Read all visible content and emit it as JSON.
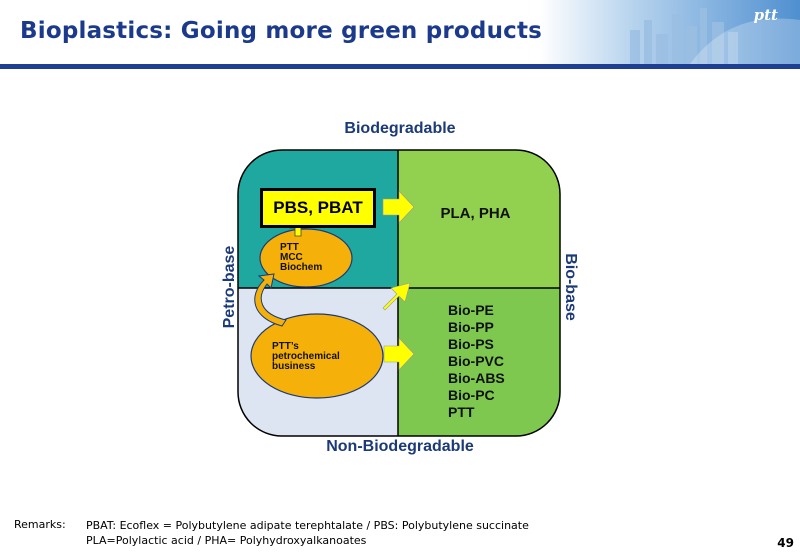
{
  "header": {
    "title": "Bioplastics: Going more green products",
    "logo_text": "ptt"
  },
  "axes": {
    "top": "Biodegradable",
    "bottom": "Non-Biodegradable",
    "left": "Petro-base",
    "right": "Bio-base"
  },
  "quadrants": {
    "top_left": {
      "label": "PBS, PBAT",
      "color": "#1fa8a0"
    },
    "top_right": {
      "label": "PLA, PHA",
      "color": "#92d050"
    },
    "bottom_left": {
      "color": "#dde5f2"
    },
    "bottom_right": {
      "items": [
        "Bio-PE",
        "Bio-PP",
        "Bio-PS",
        "Bio-PVC",
        "Bio-ABS",
        "Bio-PC",
        "PTT"
      ],
      "color": "#7ec850"
    }
  },
  "ellipses": {
    "small": [
      "PTT",
      "MCC",
      "Biochem"
    ],
    "large": [
      "PTT’s",
      "petrochemical",
      "business"
    ],
    "color": "#f5b10a"
  },
  "arrow_color": "#ffff00",
  "remarks": {
    "label": "Remarks:",
    "line1": "PBAT: Ecoflex  = Polybutylene adipate terephtalate / PBS: Polybutylene succinate",
    "line2": "PLA=Polylactic acid / PHA= Polyhydroxyalkanoates"
  },
  "page_number": "49"
}
